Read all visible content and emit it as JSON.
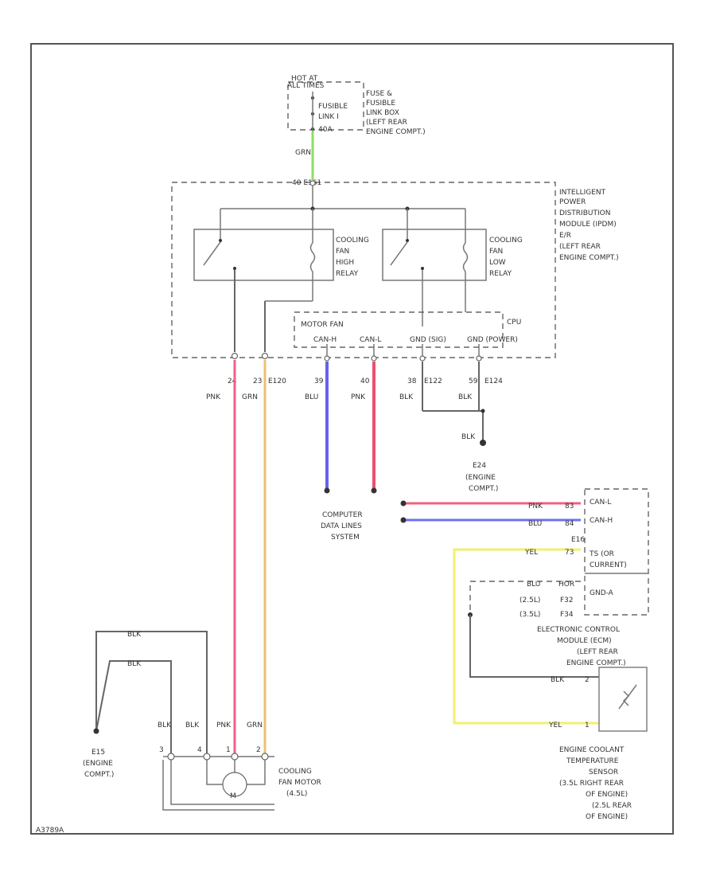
{
  "fuse_box": {
    "hot_label": [
      "HOT AT",
      "ALL TIMES"
    ],
    "fuse_labels": [
      "FUSIBLE",
      "LINK I",
      "40A"
    ],
    "box_title": [
      "FUSE &",
      "FUSIBLE",
      "LINK BOX",
      "(LEFT REAR",
      "ENGINE COMPT.)"
    ]
  },
  "ipdm": {
    "title": [
      "INTELLIGENT",
      "POWER",
      "DISTRIBUTION",
      "MODULE (IPDM)",
      "E/R",
      "(LEFT REAR",
      "ENGINE COMPT.)"
    ],
    "top_connector": "40  E161",
    "high_relay": [
      "COOLING",
      "FAN",
      "HIGH",
      "RELAY"
    ],
    "low_relay": [
      "COOLING",
      "FAN",
      "LOW",
      "RELAY"
    ],
    "cpu": "CPU",
    "motor_fan": "MOTOR FAN",
    "cpu_pins": [
      "CAN-H",
      "CAN-L",
      "GND (SIG)",
      "GND (POWER)"
    ],
    "pin_numbers": [
      "24",
      "23",
      "39",
      "40",
      "38",
      "59"
    ],
    "connectors": [
      "E120",
      "E122",
      "E124"
    ],
    "wire_colors": [
      "PNK",
      "GRN",
      "BLU",
      "PNK",
      "BLK",
      "BLK"
    ]
  },
  "wires": {
    "fuse_wire": "GRN",
    "ground_wire": "BLK"
  },
  "ground_e24": [
    "E24",
    "(ENGINE",
    "COMPT.)"
  ],
  "computer": [
    "COMPUTER",
    "DATA LINES",
    "SYSTEM"
  ],
  "ecm": {
    "wire_pnk": "PNK",
    "pin_pnk": "83",
    "wire_blu": "BLU",
    "pin_blu": "84",
    "wire_yel": "YEL",
    "pin_yel": "73",
    "wire_blu2": "BLU",
    "pin_blu2": "HOR",
    "f_labels": [
      "(2.5L)",
      "F32",
      "(3.5L)",
      "F34"
    ],
    "box_labels": [
      "CAN-L",
      "CAN-H",
      "E16",
      "TS (OR",
      "CURRENT)",
      "GND-A"
    ],
    "title": [
      "ELECTRONIC CONTROL",
      "MODULE (ECM)",
      "(LEFT REAR",
      "ENGINE COMPT.)"
    ]
  },
  "ect": {
    "blk": "BLK",
    "yel": "YEL",
    "pin1": "2",
    "pin2": "1",
    "title": [
      "ENGINE COOLANT",
      "TEMPERATURE",
      "SENSOR",
      "(3.5L RIGHT REAR",
      "OF ENGINE)",
      "(2.5L REAR",
      "OF ENGINE)"
    ]
  },
  "ground_e15": {
    "blk1": "BLK",
    "blk2": "BLK",
    "label": [
      "E15",
      "(ENGINE",
      "COMPT.)"
    ]
  },
  "fan_motor": {
    "wire_labels": [
      "BLK",
      "BLK",
      "PNK",
      "GRN"
    ],
    "pins": [
      "3",
      "4",
      "1",
      "2"
    ],
    "motor_symbol": "M",
    "title": [
      "COOLING",
      "FAN MOTOR",
      "(4.5L)"
    ]
  },
  "footer_code": "A3789A"
}
